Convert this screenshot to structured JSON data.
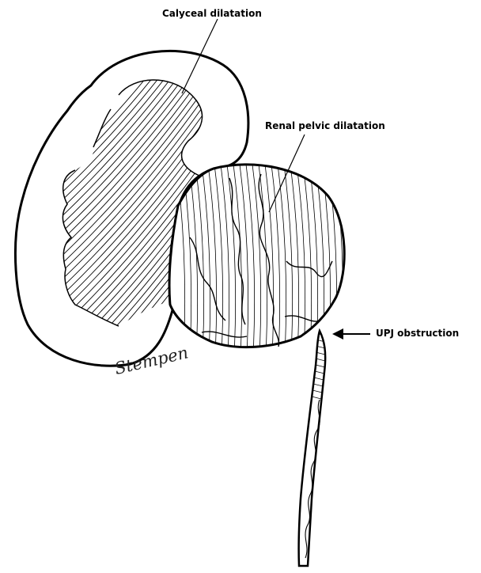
{
  "labels": {
    "calyceal": "Calyceal dilatation",
    "renal_pelvic": "Renal pelvic dilatation",
    "upj": "UPJ obstruction"
  },
  "signature": "Stempen",
  "colors": {
    "ink": "#000000",
    "paper": "#ffffff"
  }
}
